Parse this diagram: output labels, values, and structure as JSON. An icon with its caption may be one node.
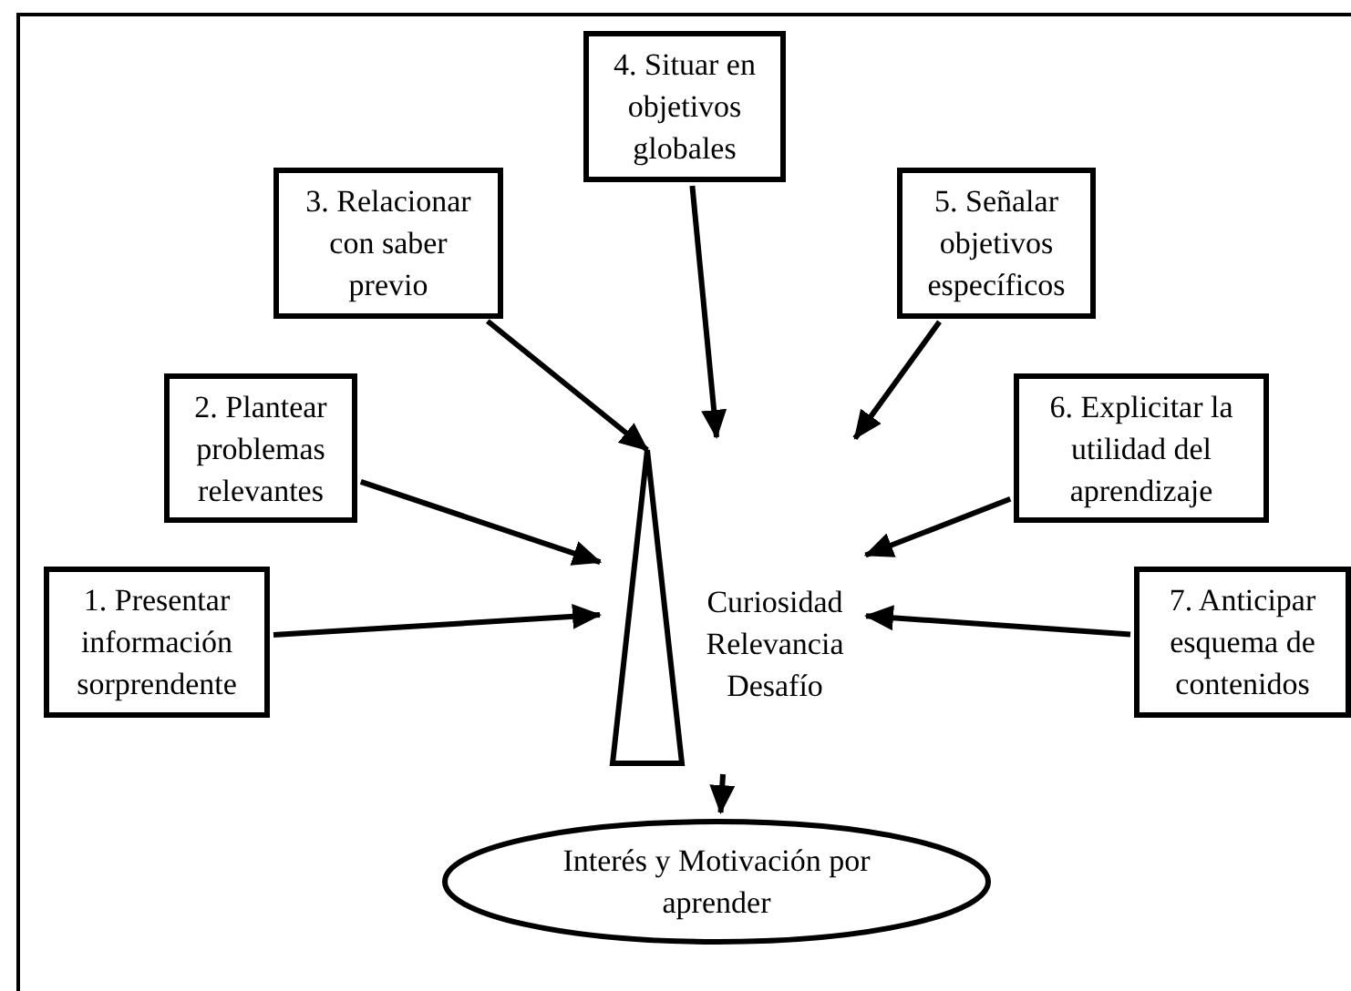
{
  "diagram": {
    "nodes": [
      {
        "text": [
          "4. Situar en objetivos globales"
        ]
      },
      {
        "text": [
          "3. Relacionar con saber previo"
        ]
      },
      {
        "text": [
          "5. Señalar objetivos específicos"
        ]
      },
      {
        "text": [
          "2. Plantear problemas relevantes"
        ]
      },
      {
        "text": [
          "6. Explicitar la utilidad del aprendizaje"
        ]
      },
      {
        "text": [
          "1. Presentar información sorprendente"
        ]
      },
      {
        "text": [
          "7. Anticipar esquema de contenidos"
        ]
      },
      {
        "text": [],
        "shape": "triangle",
        "in": 8
      },
      {
        "text": [
          "Curiosidad Relevancia Desafío"
        ]
      },
      {
        "text": [
          "Interés y Motivación por aprender"
        ]
      }
    ],
    "edges": [
      {
        "from": 5,
        "to": 8,
        "arrow": "to"
      },
      {
        "from": 3,
        "to": 8,
        "arrow": "to"
      },
      {
        "from": 1,
        "to": 7,
        "arrow": "to"
      },
      {
        "from": 0,
        "to": 8,
        "arrow": "to"
      },
      {
        "from": 2,
        "to": 8,
        "arrow": "to"
      },
      {
        "from": 4,
        "to": 8,
        "arrow": "to"
      },
      {
        "from": 6,
        "to": 8,
        "arrow": "to"
      },
      {
        "from": 8,
        "to": 9,
        "arrow": "to"
      }
    ]
  }
}
